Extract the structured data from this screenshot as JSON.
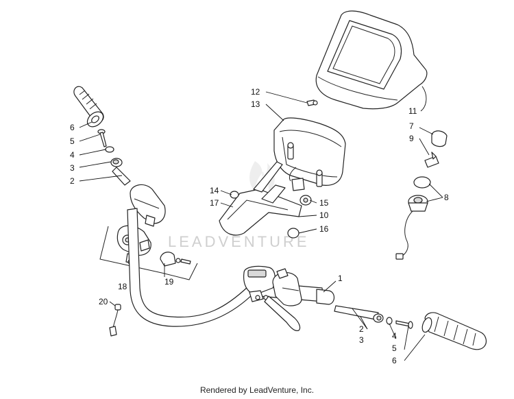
{
  "watermark": "LEADVENTURE",
  "caption": "Rendered by LeadVenture, Inc.",
  "callouts": {
    "c1": "1",
    "c2a": "2",
    "c2b": "2",
    "c3a": "3",
    "c3b": "3",
    "c4a": "4",
    "c4b": "4",
    "c5a": "5",
    "c5b": "5",
    "c6a": "6",
    "c6b": "6",
    "c7": "7",
    "c8": "8",
    "c9": "9",
    "c10": "10",
    "c11": "11",
    "c12": "12",
    "c13": "13",
    "c14": "14",
    "c15": "15",
    "c16": "16",
    "c17": "17",
    "c18": "18",
    "c19": "19",
    "c20": "20"
  }
}
